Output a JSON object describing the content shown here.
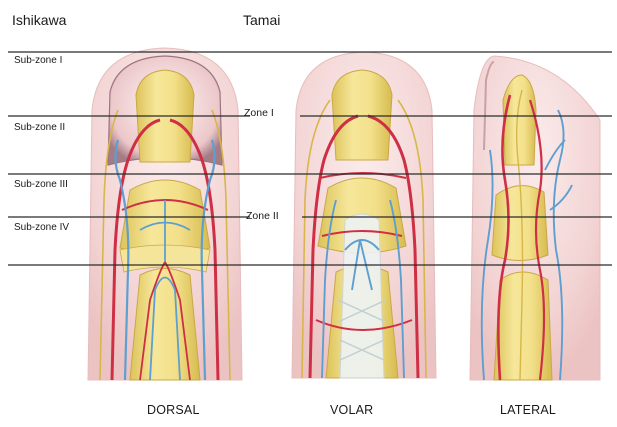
{
  "headers": {
    "left": "Ishikawa",
    "right": "Tamai"
  },
  "subzones": [
    "Sub-zone I",
    "Sub-zone II",
    "Sub-zone III",
    "Sub-zone IV"
  ],
  "zones": [
    "Zone I",
    "Zone II"
  ],
  "views": [
    "DORSAL",
    "VOLAR",
    "LATERAL"
  ],
  "colors": {
    "skin": "#f2d6d6",
    "bone": "#f1e08a",
    "artery": "#cf2f45",
    "vein": "#5d9fd0",
    "nerve": "#d8b64a",
    "line": "#2b2b2b"
  }
}
